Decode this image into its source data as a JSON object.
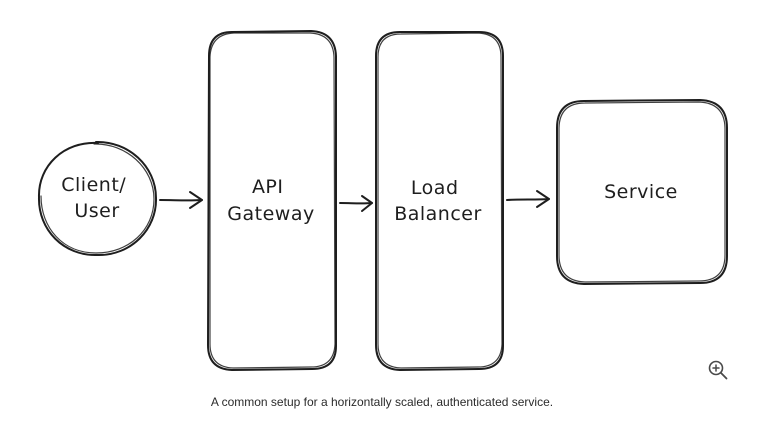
{
  "diagram": {
    "nodes": [
      {
        "id": "client",
        "shape": "circle",
        "lines": [
          "Client/",
          "User"
        ]
      },
      {
        "id": "gateway",
        "shape": "rounded-rect",
        "lines": [
          "API",
          "Gateway"
        ]
      },
      {
        "id": "balancer",
        "shape": "rounded-rect",
        "lines": [
          "Load",
          "Balancer"
        ]
      },
      {
        "id": "service",
        "shape": "rounded-rect",
        "lines": [
          "Service"
        ]
      }
    ],
    "edges": [
      {
        "from": "client",
        "to": "gateway"
      },
      {
        "from": "gateway",
        "to": "balancer"
      },
      {
        "from": "balancer",
        "to": "service"
      }
    ],
    "stroke_color": "#1e1e1e",
    "background_color": "#ffffff"
  },
  "controls": {
    "zoom_icon": "zoom-in-icon"
  },
  "caption": "A common setup for a horizontally scaled, authenticated service."
}
